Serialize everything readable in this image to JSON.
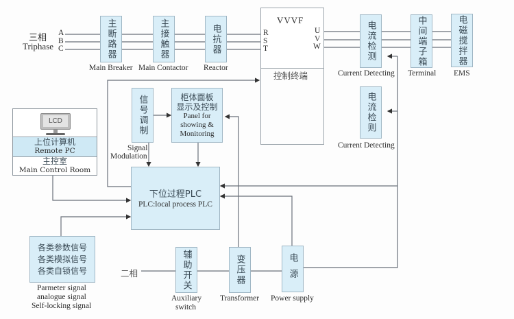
{
  "input": {
    "label_cn": "三相",
    "label_en": "Triphase",
    "phases": [
      "A",
      "B",
      "C"
    ]
  },
  "top_chain": [
    {
      "id": "main-breaker",
      "cn": "主断路器",
      "en": "Main Breaker"
    },
    {
      "id": "main-contactor",
      "cn": "主接触器",
      "en": "Main Contactor"
    },
    {
      "id": "reactor",
      "cn": "电抗器",
      "en": "Reactor"
    }
  ],
  "vvvf": {
    "title": "VVVF",
    "inputs": [
      "R",
      "S",
      "T"
    ],
    "outputs": [
      "U",
      "V",
      "W"
    ],
    "subtitle_cn": "控制终端"
  },
  "output_chain": [
    {
      "id": "current-detecting-1",
      "cn": "电流检测",
      "en": "Current Detecting"
    },
    {
      "id": "terminal",
      "cn": "中间端子箱",
      "en": "Terminal"
    },
    {
      "id": "ems",
      "cn": "电磁搅拌器",
      "en": "EMS"
    }
  ],
  "current_detecting_2": {
    "cn": "电流检则",
    "en": "Current Detecting"
  },
  "remote_pc": {
    "screen": "LCD",
    "pc_cn": "上位计算机",
    "pc_en": "Remote PC",
    "room_cn": "主控室",
    "room_en": "Main Control Room"
  },
  "signal_modulation": {
    "cn": "信号调制",
    "en_line1": "Signal",
    "en_line2": "Modulation"
  },
  "panel": {
    "cn_line1": "柜体面板",
    "cn_line2": "显示及控制",
    "en_line1": "Panel for",
    "en_line2": "showing &",
    "en_line3": "Monitoring"
  },
  "plc": {
    "cn": "下位过程PLC",
    "en": "PLC:local process PLC"
  },
  "signals": {
    "cn_lines": [
      "各类参数信号",
      "各类模拟信号",
      "各类自锁信号"
    ],
    "en_lines": [
      "Parmeter signal",
      "analogue signal",
      "Self-locking signal"
    ]
  },
  "two_phase": {
    "label_cn": "二相"
  },
  "bottom_chain": [
    {
      "id": "auxiliary-switch",
      "cn": "辅助开关",
      "en_line1": "Auxiliary",
      "en_line2": "switch"
    },
    {
      "id": "transformer",
      "cn": "变压器",
      "en_line1": "Transformer",
      "en_line2": ""
    },
    {
      "id": "power-supply",
      "cn": "电源",
      "en_line1": "Power supply",
      "en_line2": ""
    }
  ],
  "colors": {
    "box_fill": "#d9eef8",
    "box_border": "#9fb6c4",
    "wire": "#555b66"
  }
}
